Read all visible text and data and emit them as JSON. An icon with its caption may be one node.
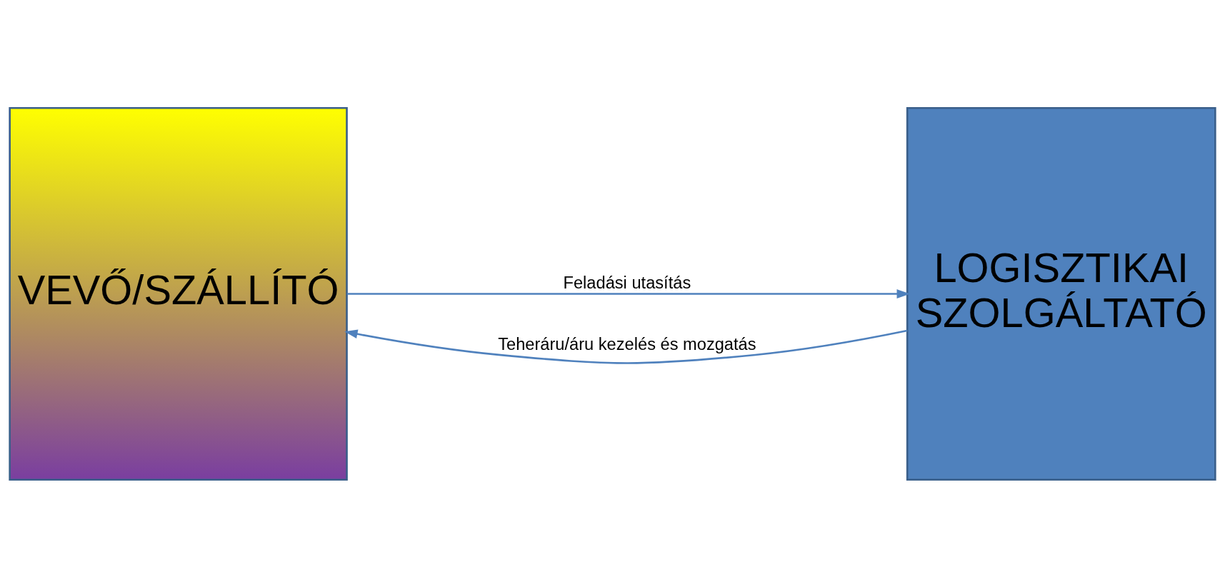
{
  "diagram": {
    "nodes": [
      {
        "text": [
          "VEVŐ/SZÁLLÍTÓ"
        ]
      },
      {
        "text": [
          "LOGISZTIKAI SZOLGÁLTATÓ"
        ]
      }
    ],
    "edges": [
      {
        "from": 1,
        "to": 0,
        "arrow": "to",
        "label": "Teheráru/áru kezelés és mozgatás"
      },
      {
        "from": 0,
        "to": 1,
        "arrow": "to",
        "label": "Feladási utasítás"
      }
    ]
  }
}
